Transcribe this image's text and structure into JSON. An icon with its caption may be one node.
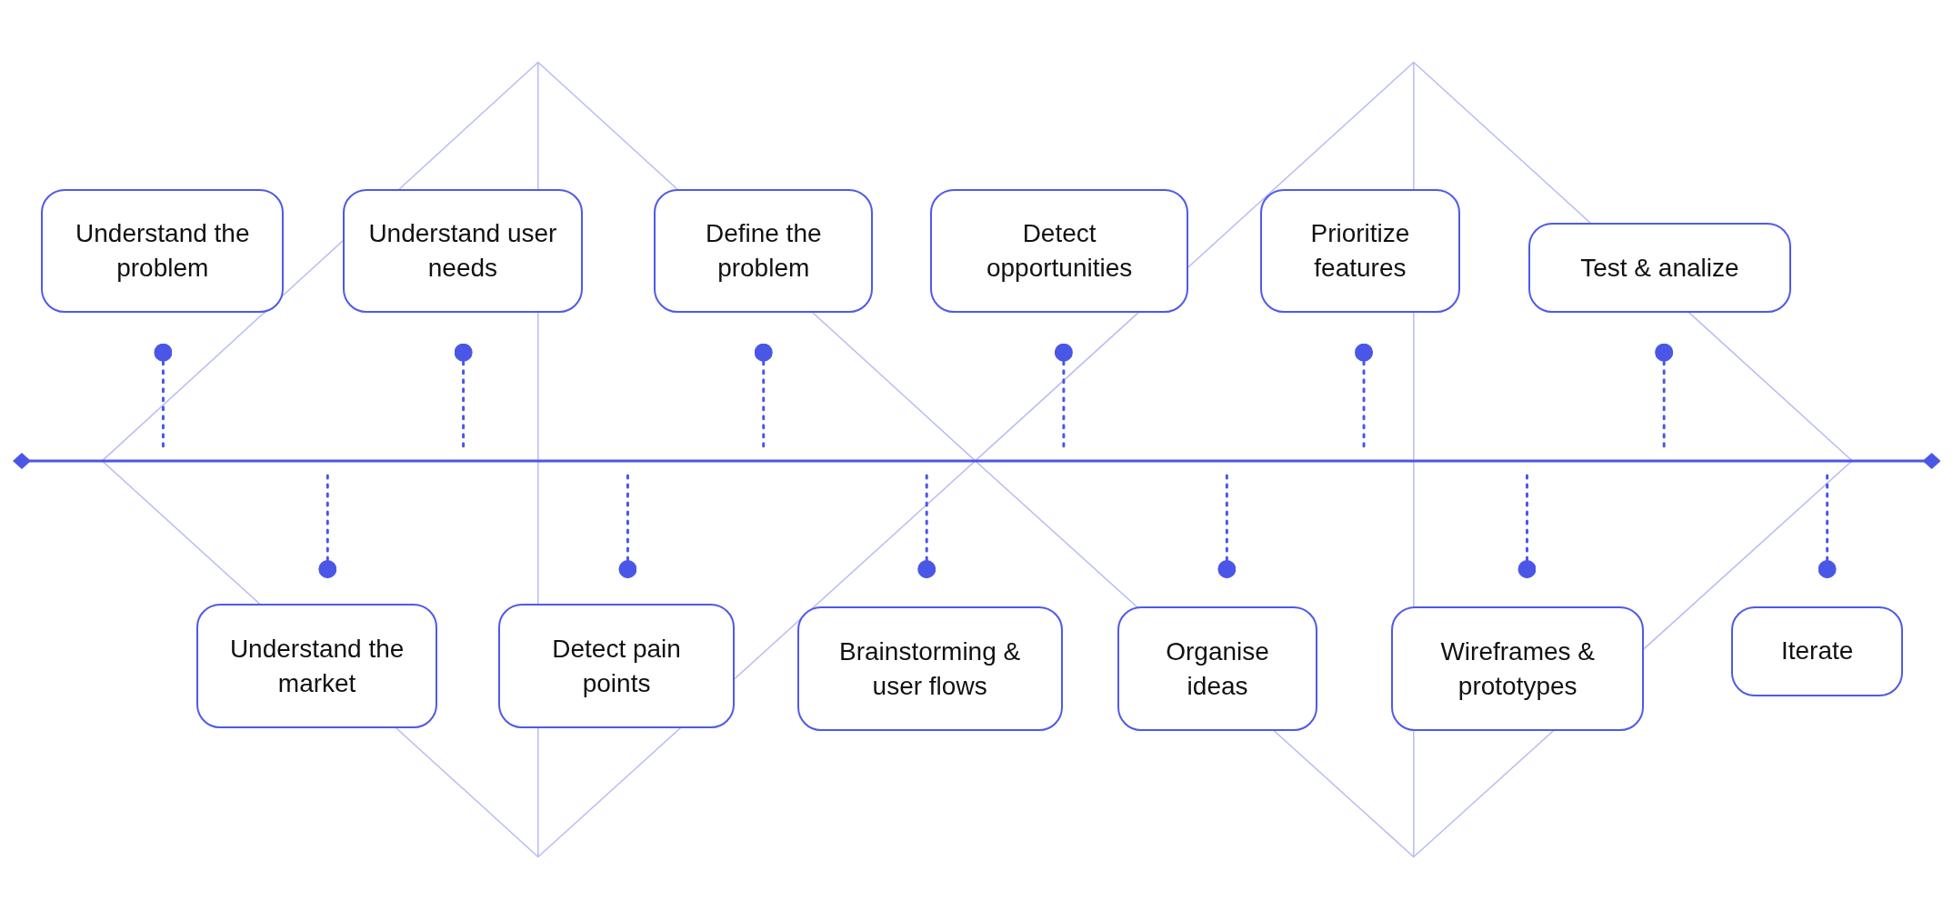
{
  "diagram": {
    "nodes": [
      {
        "text": [
          "Understand the problem"
        ]
      },
      {
        "text": [
          "Understand the market"
        ]
      },
      {
        "text": [
          "Understand user needs"
        ]
      },
      {
        "text": [
          "Detect pain points"
        ]
      },
      {
        "text": [
          "Define the problem"
        ]
      },
      {
        "text": [
          "Brainstorming & user flows"
        ]
      },
      {
        "text": [
          "Detect opportunities"
        ]
      },
      {
        "text": [
          "Organise ideas"
        ]
      },
      {
        "text": [
          "Prioritize features"
        ]
      },
      {
        "text": [
          "Wireframes & prototypes"
        ]
      },
      {
        "text": [
          "Test & analize"
        ]
      },
      {
        "text": [
          "Iterate"
        ]
      },
      {
        "text": [],
        "shape": "bar"
      }
    ],
    "edges": [
      {
        "from": 0,
        "to": 12,
        "arrow": "other",
        "style": "dashed"
      },
      {
        "from": 1,
        "to": 12,
        "arrow": "other",
        "style": "dashed"
      },
      {
        "from": 2,
        "to": 12,
        "arrow": "other",
        "style": "dashed"
      },
      {
        "from": 3,
        "to": 12,
        "arrow": "other",
        "style": "dashed"
      },
      {
        "from": 4,
        "to": 12,
        "arrow": "other",
        "style": "dashed"
      },
      {
        "from": 5,
        "to": 12,
        "arrow": "other",
        "style": "dashed"
      },
      {
        "from": 6,
        "to": 12,
        "arrow": "other",
        "style": "dashed"
      },
      {
        "from": 7,
        "to": 12,
        "arrow": "other",
        "style": "dashed"
      },
      {
        "from": 8,
        "to": 12,
        "arrow": "other",
        "style": "dashed"
      },
      {
        "from": 9,
        "to": 12,
        "arrow": "other",
        "style": "dashed"
      },
      {
        "from": 10,
        "to": 12,
        "arrow": "other",
        "style": "dashed"
      },
      {
        "from": 11,
        "to": 12,
        "arrow": "other",
        "style": "dashed"
      }
    ]
  }
}
